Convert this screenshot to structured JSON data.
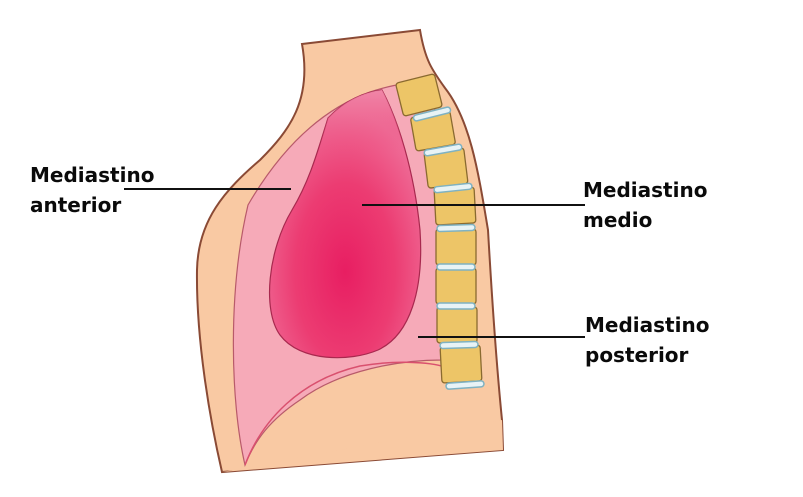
{
  "diagram": {
    "type": "anatomical-sagittal-section",
    "subject": "mediastino",
    "labels": [
      {
        "id": "anterior",
        "line1": "Mediastino",
        "line2": "anterior"
      },
      {
        "id": "medio",
        "line1": "Mediastino",
        "line2": "medio"
      },
      {
        "id": "posterior",
        "line1": "Mediastino",
        "line2": "posterior"
      }
    ],
    "colors": {
      "skin": "#f9c9a3",
      "outline": "#8a4a35",
      "mediastinum_light": "#f6aab8",
      "heart": "#e8306a",
      "heart_top": "#ee7aa2",
      "vertebra": "#edc567",
      "disc": "#cfe6ee",
      "leader_line": "#111111"
    }
  }
}
